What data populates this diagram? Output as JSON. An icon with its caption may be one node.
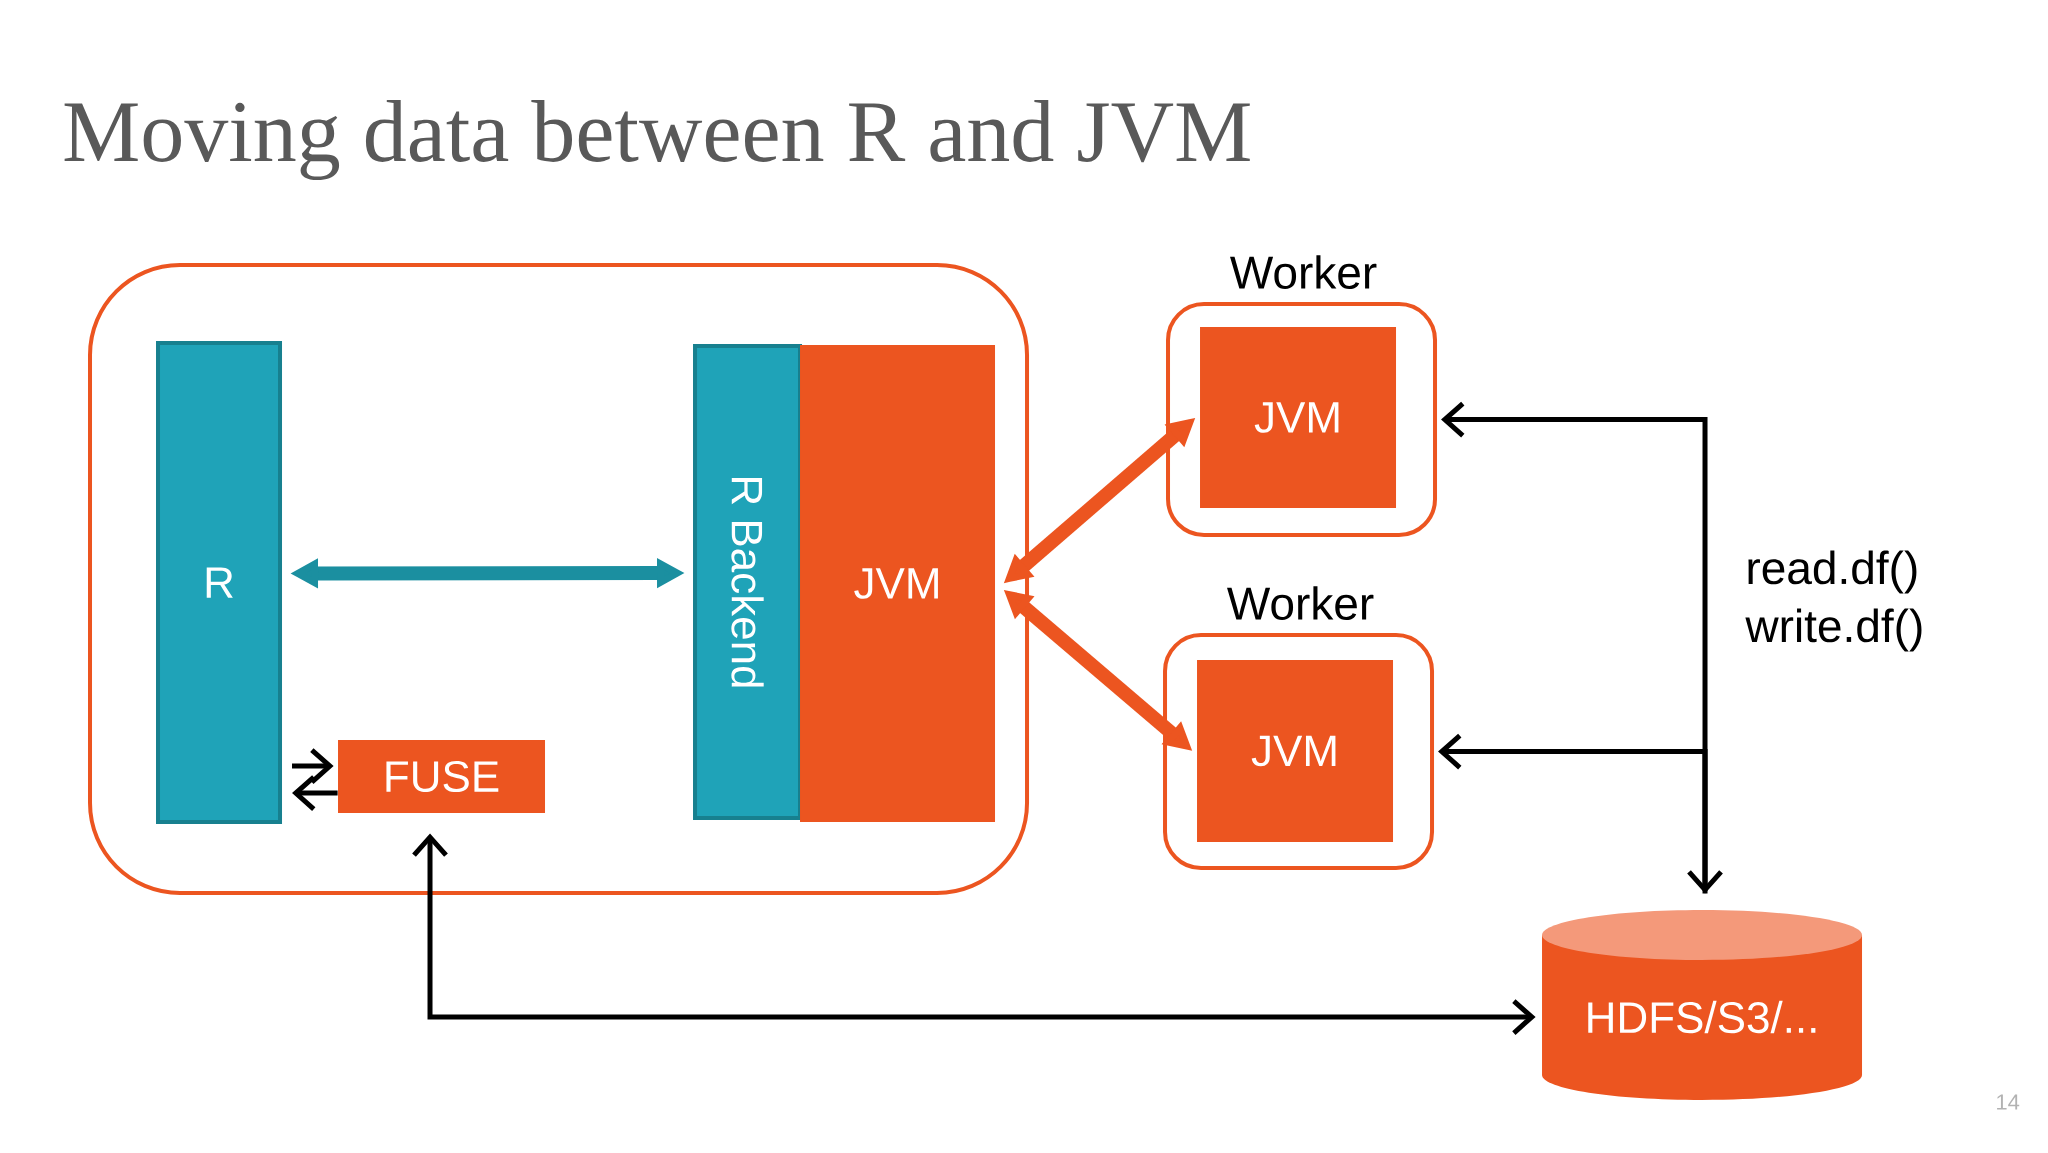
{
  "diagram": {
    "title": "Moving data between R and JVM",
    "nodes": [
      {
        "text": [],
        "shape": "box"
      },
      {
        "text": [
          "R"
        ],
        "in": 0
      },
      {
        "text": [
          "R Backend"
        ],
        "in": 0
      },
      {
        "text": [
          "JVM"
        ],
        "in": 0
      },
      {
        "text": [
          "FUSE"
        ],
        "in": 0
      },
      {
        "text": [
          "Worker"
        ]
      },
      {
        "text": [
          "JVM"
        ],
        "in": 5
      },
      {
        "text": [
          "Worker"
        ]
      },
      {
        "text": [
          "JVM"
        ],
        "in": 7
      },
      {
        "text": [
          "HDFS/S3/..."
        ]
      }
    ],
    "edges": [
      {
        "from": 1,
        "to": 2,
        "arrow": "both",
        "style": "thick",
        "color": "#1b8fa0"
      },
      {
        "from": 3,
        "to": 6,
        "arrow": "both",
        "style": "thick",
        "color": "#ec5520"
      },
      {
        "from": 3,
        "to": 8,
        "arrow": "both",
        "style": "thick",
        "color": "#ec5520"
      },
      {
        "from": 1,
        "to": 4,
        "arrow": "to"
      },
      {
        "from": 4,
        "to": 1,
        "arrow": "to"
      },
      {
        "from": 4,
        "to": 9,
        "arrow": "both"
      },
      {
        "from": 9,
        "to": 5,
        "arrow": "both"
      },
      {
        "from": 9,
        "to": 7,
        "arrow": "to"
      }
    ],
    "labels": [
      "read.df()",
      "write.df()",
      "14"
    ]
  }
}
